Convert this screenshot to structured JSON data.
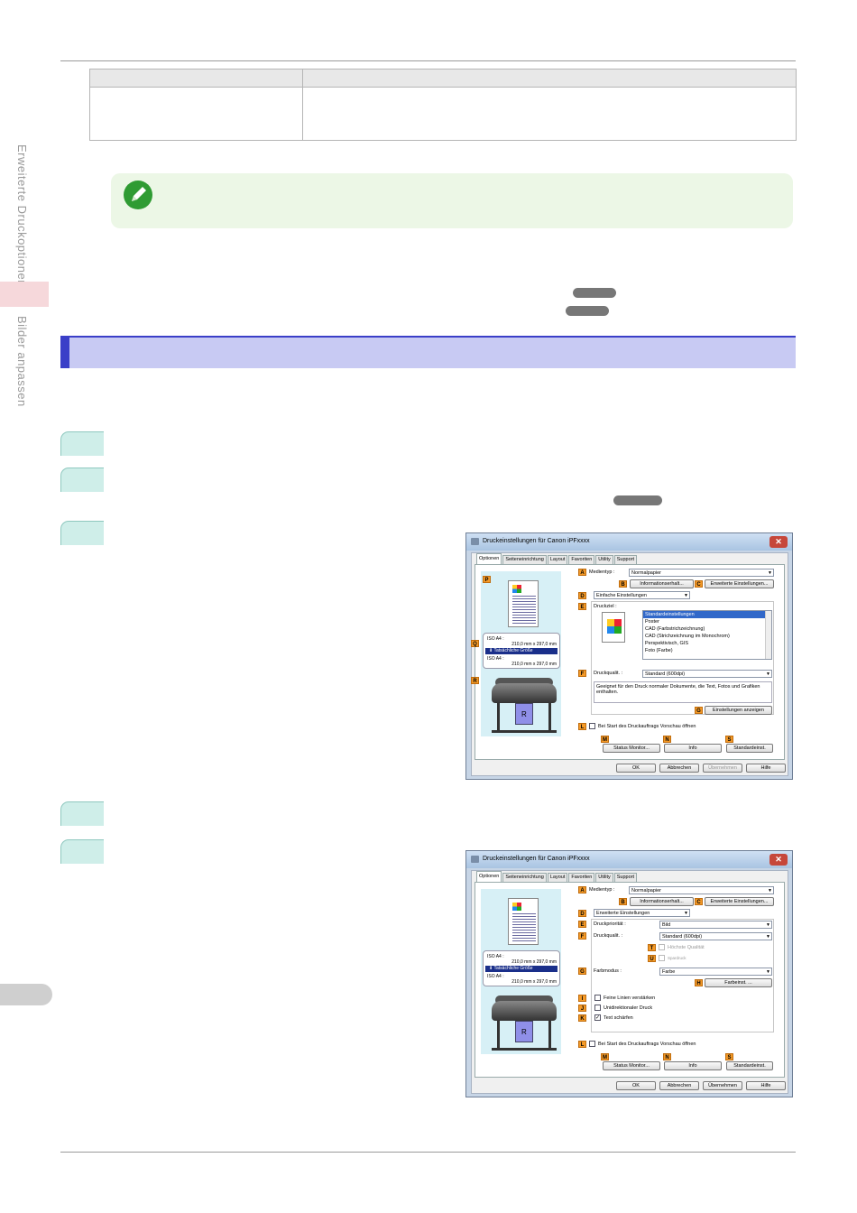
{
  "side_nav": {
    "section1": "Erweiterte Druckoptionen",
    "section2": "Bilder anpassen"
  },
  "dialog1": {
    "title": "Druckeinstellungen für Canon iPFxxxx",
    "close": "✕",
    "tabs": [
      "Optionen",
      "Seiteneinrichtung",
      "Layout",
      "Favoriten",
      "Utility",
      "Support"
    ],
    "labels": {
      "A": "A",
      "B": "B",
      "C": "C",
      "D": "D",
      "E": "E",
      "F": "F",
      "G": "G",
      "L": "L",
      "M": "M",
      "N": "N",
      "S": "S",
      "P": "P",
      "Q": "Q",
      "R": "R"
    },
    "medientyp_label": "Medientyp :",
    "medientyp_value": "Normalpapier",
    "info_button": "Informationserhalt...",
    "advanced_media_button": "Erweiterte Einstellungen...",
    "mode_value": "Einfache Einstellungen",
    "druckziel_label": "Druckziel :",
    "druckziel_items": [
      "Standardeinstellungen",
      "Poster",
      "CAD (Farbstrichzeichnung)",
      "CAD (Strichzeichnung im Monochrom)",
      "Perspektivisch, GIS",
      "Foto (Farbe)"
    ],
    "druckqualitaet_label": "Druckqualit. :",
    "druckqualitaet_value": "Standard (600dpi)",
    "description": "Geeignet für den Druck normaler Dokumente, die Text, Fotos und Grafiken enthalten.",
    "show_settings_button": "Einstellungen anzeigen",
    "preview_checkbox": "Bei Start des Druckauftrags Vorschau öffnen",
    "status_monitor_button": "Status Monitor...",
    "info2_button": "Info",
    "defaults_button": "Standardeinst.",
    "size_top": "ISO A4 :",
    "size_top_dim": "210,0 mm x 297,0 mm",
    "size_actual": "Tatsächliche Größe",
    "size_bottom": "ISO A4 :",
    "size_bottom_dim": "210,0 mm x 297,0 mm",
    "ok": "OK",
    "cancel": "Abbrechen",
    "apply": "Übernehmen",
    "help": "Hilfe",
    "printer_paper": "R"
  },
  "dialog2": {
    "title": "Druckeinstellungen für Canon iPFxxxx",
    "close": "✕",
    "tabs": [
      "Optionen",
      "Seiteneinrichtung",
      "Layout",
      "Favoriten",
      "Utility",
      "Support"
    ],
    "labels": {
      "A": "A",
      "B": "B",
      "C": "C",
      "D": "D",
      "E": "E",
      "F": "F",
      "T": "T",
      "U": "U",
      "G": "G",
      "H": "H",
      "I": "I",
      "J": "J",
      "K": "K",
      "L": "L",
      "M": "M",
      "N": "N",
      "S": "S"
    },
    "medientyp_label": "Medientyp :",
    "medientyp_value": "Normalpapier",
    "info_button": "Informationserhalt...",
    "advanced_media_button": "Erweiterte Einstellungen...",
    "mode_value": "Erweiterte Einstellungen",
    "priority_label": "Druckpriorität :",
    "priority_value": "Bild",
    "quality_label": "Druckqualit. :",
    "quality_value": "Standard (600dpi)",
    "highest_quality": "Höchste Qualität",
    "economy": "Spardruck",
    "color_mode_label": "Farbmodus :",
    "color_mode_value": "Farbe",
    "color_settings_button": "Farbeinst. ...",
    "fine_lines": "Feine Linien verstärken",
    "unidirectional": "Unidirektionaler Druck",
    "sharpen_text": "Text schärfen",
    "check_mark": "✓",
    "preview_checkbox": "Bei Start des Druckauftrags Vorschau öffnen",
    "status_monitor_button": "Status Monitor...",
    "info2_button": "Info",
    "defaults_button": "Standardeinst.",
    "size_top": "ISO A4 :",
    "size_top_dim": "210,0 mm x 297,0 mm",
    "size_actual": "Tatsächliche Größe",
    "size_bottom": "ISO A4 :",
    "size_bottom_dim": "210,0 mm x 297,0 mm",
    "ok": "OK",
    "cancel": "Abbrechen",
    "apply": "Übernehmen",
    "help": "Hilfe",
    "printer_paper": "R"
  }
}
